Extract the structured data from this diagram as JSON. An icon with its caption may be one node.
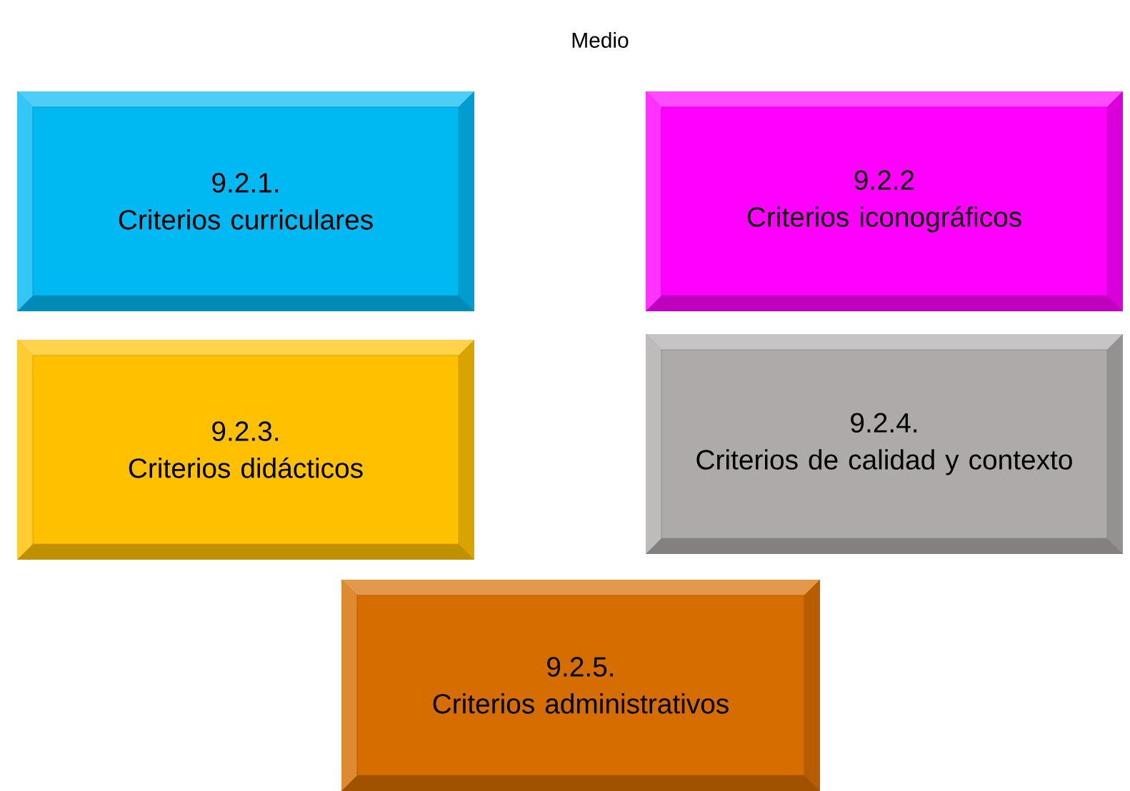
{
  "diagram": {
    "title": "Medio",
    "nodes": [
      {
        "text": [
          "9.2.1.",
          "Criterios curriculares"
        ]
      },
      {
        "text": [
          "9.2.2",
          "Criterios iconográficos"
        ]
      },
      {
        "text": [
          "9.2.3.",
          "Criterios didácticos"
        ]
      },
      {
        "text": [
          "9.2.4.",
          "Criterios de calidad y contexto"
        ]
      },
      {
        "text": [
          "9.2.5.",
          "Criterios administrativos"
        ]
      }
    ]
  }
}
